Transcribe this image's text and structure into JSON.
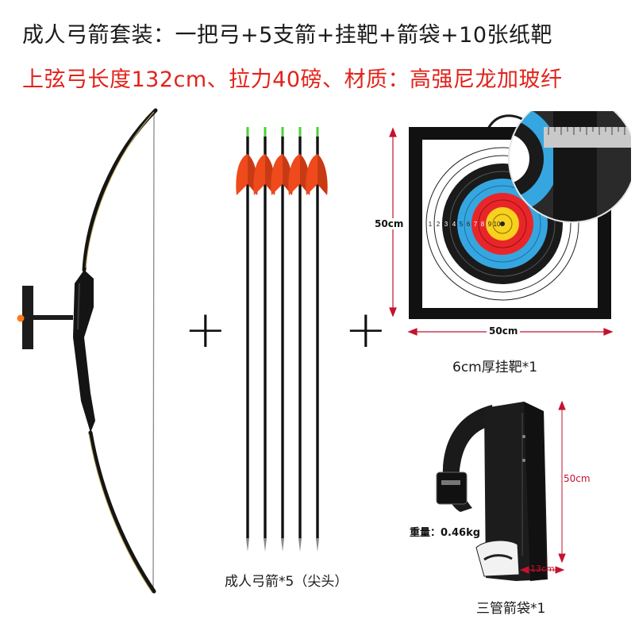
{
  "title_line1": "成人弓箭套装：一把弓+5支箭+挂靶+箭袋+10张纸靶",
  "title_line2": "上弦弓长度132cm、拉力40磅、材质：高强尼龙加玻纤",
  "plus_sign": "+",
  "arrows": {
    "caption": "成人弓箭*5（尖头）",
    "count": 5
  },
  "target": {
    "caption": "6cm厚挂靶*1",
    "height_label": "50cm",
    "width_label": "50cm",
    "ring_numbers": [
      "1",
      "2",
      "3",
      "4",
      "5",
      "6",
      "7",
      "8",
      "9",
      "10"
    ]
  },
  "quiver": {
    "caption": "三管箭袋*1",
    "weight_label": "重量：0.46kg",
    "height_label": "50cm",
    "width_label": "13cm"
  },
  "colors": {
    "title_black": "#1a1a1a",
    "title_red": "#e2231a",
    "fletching_orange": "#ee4a1c",
    "nock_green": "#4ccf3a",
    "dimension_red": "#c4122f"
  }
}
